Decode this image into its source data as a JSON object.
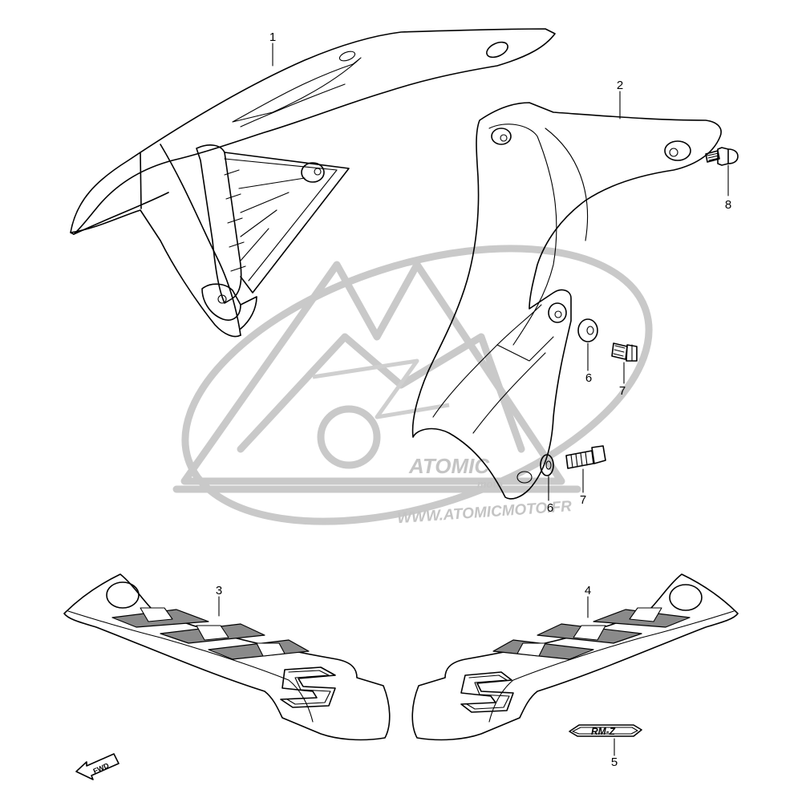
{
  "watermark": {
    "brand": "ATOMIC",
    "sub": "moto",
    "url": "WWW.ATOMICMOTO.FR"
  },
  "parts": [
    {
      "num": "1"
    },
    {
      "num": "2"
    },
    {
      "num": "3"
    },
    {
      "num": "4"
    },
    {
      "num": "5"
    },
    {
      "num": "6"
    },
    {
      "num": "6"
    },
    {
      "num": "7"
    },
    {
      "num": "7"
    },
    {
      "num": "8"
    }
  ],
  "emblem_text": "RM-Z",
  "direction_arrow": "FWD",
  "colors": {
    "line": "#000000",
    "watermark": "#c9c9c9",
    "decal_fill": "#8a8a8a"
  }
}
